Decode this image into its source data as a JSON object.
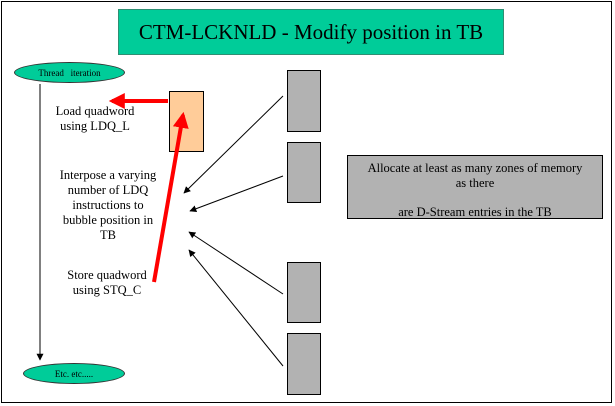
{
  "title": "CTM-LCKNLD - Modify position in TB",
  "top_oval": "Thread   iteration",
  "bottom_oval": "Etc. etc.....",
  "steps": {
    "load": [
      "Load quadword",
      "using LDQ_L"
    ],
    "interpose": [
      "Interpose a varying",
      "number of LDQ",
      "instructions to",
      "bubble position in",
      "TB"
    ],
    "store": [
      "Store quadword",
      "using STQ_C"
    ]
  },
  "note": {
    "line1": "Allocate at least as many zones of memory",
    "line1b": "as there",
    "line2": "are D-Stream entries in the TB"
  },
  "colors": {
    "title_bg": "#00cc99",
    "oval_bg": "#00cc99",
    "cache_block": "#ffcc99",
    "memory_block": "#b2b2b2",
    "arrow_red": "#ff0000"
  }
}
